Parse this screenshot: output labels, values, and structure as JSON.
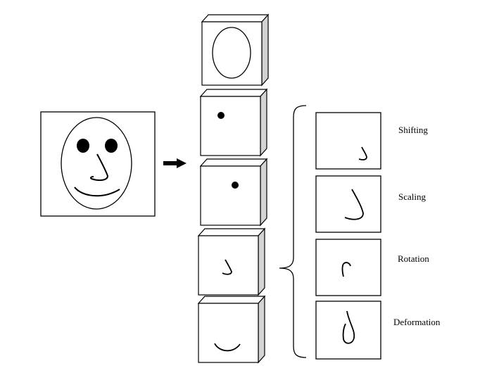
{
  "diagram": {
    "title": "",
    "transformations": [
      {
        "label": "Shifting"
      },
      {
        "label": "Scaling"
      },
      {
        "label": "Rotation"
      },
      {
        "label": "Deformation"
      }
    ],
    "colors": {
      "stroke": "#000000",
      "box_fill": "#ffffff",
      "side_face": "#d3d3d3",
      "top_face": "#ffffff"
    }
  }
}
